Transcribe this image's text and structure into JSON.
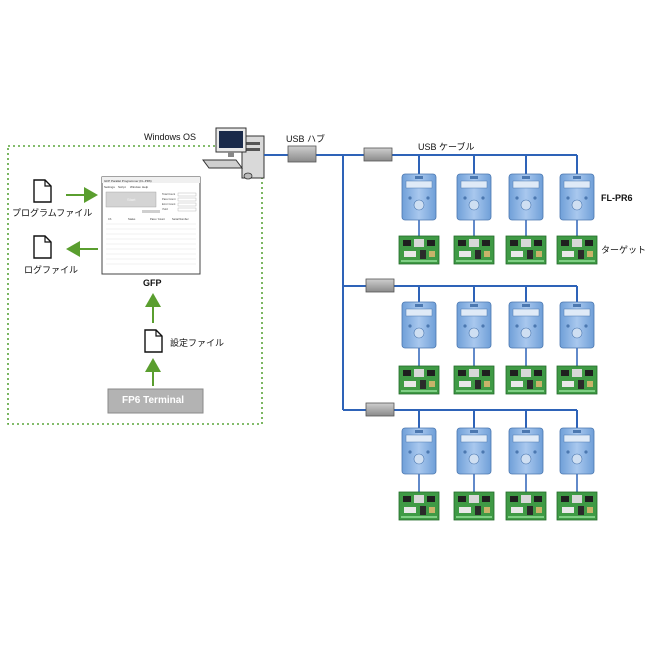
{
  "labels": {
    "windows_os": "Windows OS",
    "usb_hub": "USB ハブ",
    "usb_cable": "USB ケーブル",
    "program_file": "プログラムファイル",
    "log_file": "ログファイル",
    "gfp": "GFP",
    "settings_file": "設定ファイル",
    "terminal": "FP6 Terminal",
    "fl_pr6": "FL-PR6",
    "target": "ターゲット"
  },
  "gfp_window": {
    "title": "GFP  Parallel Programmer (FL-PR6)",
    "menu": [
      "Settings",
      "Script",
      "Window",
      "Help"
    ],
    "start_button": "Start",
    "fields": [
      "Total Count",
      "Pass Count",
      "Error Count",
      "Yield"
    ],
    "table_headers": [
      "Ch",
      "Status",
      "Pass / Count",
      "Serial Number"
    ]
  },
  "layout_info": {
    "hubs": 3,
    "programmers_per_hub": 4
  },
  "colors": {
    "bus": "#2e63b8",
    "arrow": "#5a9e2f",
    "dotted_border": "#5aa53a",
    "programmer": "#8fb4e0",
    "pcb": "#3f9a45",
    "terminal_button": "#b3b3b3"
  }
}
